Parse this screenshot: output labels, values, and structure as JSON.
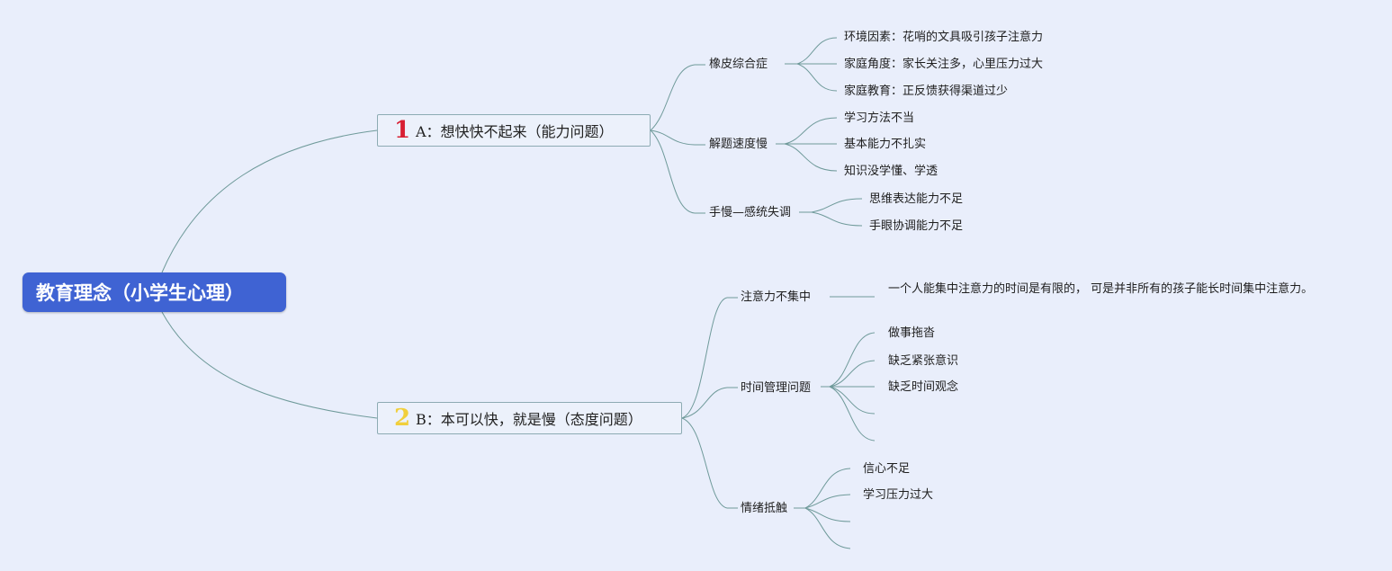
{
  "root": {
    "title": "教育理念（小学生心理）"
  },
  "branches": [
    {
      "badge": "1",
      "label": "A：想快快不起来（能力问题）",
      "badge_color": "#d81e32",
      "children": [
        {
          "label": "橡皮综合症",
          "children": [
            "环境因素：花哨的文具吸引孩子注意力",
            "家庭角度：家长关注多，心里压力过大",
            "家庭教育：正反馈获得渠道过少"
          ]
        },
        {
          "label": "解题速度慢",
          "children": [
            "学习方法不当",
            "基本能力不扎实",
            "知识没学懂、学透"
          ]
        },
        {
          "label": "手慢—感统失调",
          "children": [
            "思维表达能力不足",
            "手眼协调能力不足"
          ]
        }
      ]
    },
    {
      "badge": "2",
      "label": "B：本可以快，就是慢（态度问题）",
      "badge_color": "#f1cf3c",
      "children": [
        {
          "label": "注意力不集中",
          "children": [
            "一个人能集中注意力的时间是有限的， 可是并非所有的孩子能长时间集中注意力。"
          ]
        },
        {
          "label": "时间管理问题",
          "children": [
            "做事拖沓",
            "缺乏紧张意识",
            "缺乏时间观念",
            "",
            ""
          ]
        },
        {
          "label": "情绪抵触",
          "children": [
            "信心不足",
            "学习压力过大",
            "",
            ""
          ]
        }
      ]
    }
  ],
  "colors": {
    "background": "#e9eefb",
    "root_fill": "#3f63d3",
    "connector": "#6f9a9a",
    "branch_border": "#8dabb3"
  }
}
